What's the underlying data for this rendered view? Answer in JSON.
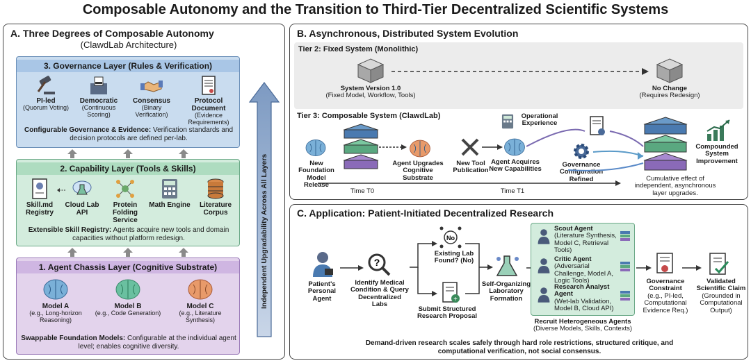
{
  "title": "Composable Autonomy and the Transition to Third-Tier Decentralized Scientific Systems",
  "panel_a": {
    "heading": "A.  Three Degrees of Composable Autonomy",
    "subheading": "(ClawdLab Architecture)",
    "side_label": "Independent Upgradability Across All Layers",
    "governance": {
      "title": "3. Governance Layer (Rules & Verification)",
      "items": [
        {
          "name": "PI-led",
          "detail": "(Quorum Voting)",
          "icon": "gavel-icon"
        },
        {
          "name": "Democratic",
          "detail": "(Continuous Scoring)",
          "icon": "ballot-icon"
        },
        {
          "name": "Consensus",
          "detail": "(Binary Verification)",
          "icon": "handshake-icon"
        },
        {
          "name": "Protocol Document",
          "detail": "(Evidence Requirements)",
          "icon": "document-icon"
        }
      ],
      "desc_bold": "Configurable Governance & Evidence:",
      "desc": " Verification standards and decision protocols are defined per-lab."
    },
    "capability": {
      "title": "2. Capability Layer (Tools & Skills)",
      "items": [
        {
          "name": "Skill.md Registry",
          "icon": "registry-icon"
        },
        {
          "name": "Cloud Lab API",
          "icon": "cloud-flask-icon"
        },
        {
          "name": "Protein Folding Service",
          "icon": "molecule-icon"
        },
        {
          "name": "Math Engine",
          "icon": "calculator-icon"
        },
        {
          "name": "Literature Corpus",
          "icon": "database-icon"
        }
      ],
      "desc_bold": "Extensible Skill Registry:",
      "desc": " Agents acquire new tools and domain capacities without platform redesign."
    },
    "chassis": {
      "title": "1. Agent Chassis Layer (Cognitive Substrate)",
      "items": [
        {
          "name": "Model A",
          "detail": "(e.g., Long-horizon Reasoning)",
          "icon": "brain-icon"
        },
        {
          "name": "Model B",
          "detail": "(e.g., Code Generation)",
          "icon": "brain-icon"
        },
        {
          "name": "Model C",
          "detail": "(e.g., Literature Synthesis)",
          "icon": "brain-icon"
        }
      ],
      "desc_bold": "Swappable Foundation Models:",
      "desc": " Configurable at the individual agent level; enables cognitive diversity."
    }
  },
  "panel_b": {
    "heading": "B.  Asynchronous, Distributed System Evolution",
    "tier2": {
      "label": "Tier 2: Fixed System (Monolithic)",
      "left_title": "System Version 1.0",
      "left_detail": "(Fixed Model, Workflow, Tools)",
      "right_title": "No Change",
      "right_detail": "(Requires Redesign)"
    },
    "tier3": {
      "label": "Tier 3: Composable System (ClawdLab)",
      "new_model": "New Foundation Model Release",
      "upgrade": "Agent Upgrades Cognitive Substrate",
      "new_tool": "New Tool Publication",
      "acquire": "Agent Acquires New Capabilities",
      "experience": "Operational Experience",
      "governance": "Governance Configuration Refined",
      "compounded": "Compounded System Improvement",
      "cumulative": "Cumulative effect of independent, asynchronous layer upgrades.",
      "t0": "Time T0",
      "t1": "Time T1"
    }
  },
  "panel_c": {
    "heading": "C.  Application: Patient-Initiated Decentralized Research",
    "patient": "Patient's Personal Agent",
    "identify": "Identify Medical Condition & Query Decentralized Labs",
    "existing": "Existing Lab Found? (No)",
    "submit": "Submit Structured Research Proposal",
    "selforg": "Self-Organizing Laboratory Formation",
    "agents": [
      {
        "name": "Scout Agent",
        "detail": "(Literature Synthesis, Model C, Retrieval Tools)"
      },
      {
        "name": "Critic Agent",
        "detail": "(Adversarial Challenge, Model A, Logic Tools)"
      },
      {
        "name": "Research Analyst Agent",
        "detail": "(Wet-lab Validation, Model B, Cloud API)"
      }
    ],
    "recruit_title": "Recruit Heterogeneous Agents",
    "recruit_detail": "(Diverse Models, Skills, Contexts)",
    "gov_title": "Governance Constraint",
    "gov_detail": "(e.g., PI-led, Computational Evidence Req.)",
    "valid_title": "Validated Scientific Claim",
    "valid_detail": "(Grounded in Computational Output)",
    "footer": "Demand-driven research scales safely through hard role restrictions, structured critique, and computational verification, not social consensus."
  }
}
